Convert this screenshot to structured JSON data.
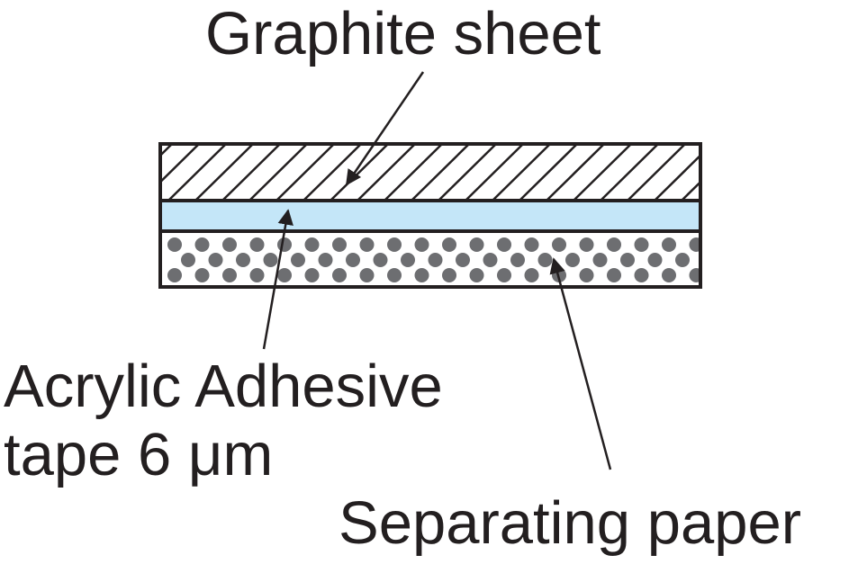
{
  "diagram": {
    "colors": {
      "outline": "#231f20",
      "adhesive_fill": "#c4e6f8",
      "dot_fill": "#6d6e71",
      "background": "#ffffff"
    },
    "layers": [
      {
        "id": "graphite",
        "pattern": "diagonal-hatch"
      },
      {
        "id": "adhesive",
        "pattern": "solid-light-blue"
      },
      {
        "id": "separating-paper",
        "pattern": "dots"
      }
    ],
    "labels": {
      "graphite": "Graphite sheet",
      "adhesive_line1": "Acrylic Adhesive",
      "adhesive_line2": "tape 6 μm",
      "separating": "Separating paper"
    }
  }
}
